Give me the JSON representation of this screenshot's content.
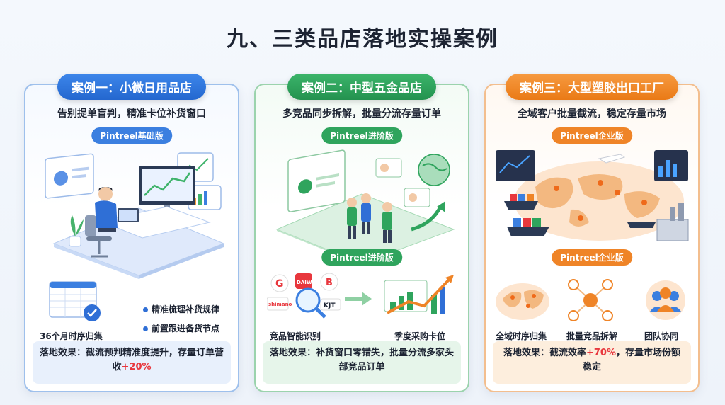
{
  "title": "九、三类品店落地实操案例",
  "cases": [
    {
      "pill": "案例一：小微日用品店",
      "subtitle": "告别提单盲判，精准卡位补货窗口",
      "version_top": "Pintreel基础版",
      "bottom_left_label": "36个月时序归集",
      "bullets": [
        "精准梳理补货规律",
        "前置跟进备货节点"
      ],
      "effect_text": "落地效果：截流预判精准度提升，存量订单营收",
      "effect_highlight": "+20%"
    },
    {
      "pill": "案例二：中型五金品店",
      "subtitle": "多竞品同步拆解，批量分流存量订单",
      "version_top": "Pintreel进阶版",
      "version_mid": "Pintreel进阶版",
      "logos": [
        "G",
        "DAIWA",
        "B",
        "shimano",
        "KJT"
      ],
      "labels": [
        "竞品智能识别",
        "季度采购卡位"
      ],
      "effect_text": "落地效果：补货窗口零错失，批量分流多家头部竞品订单",
      "effect_highlight": ""
    },
    {
      "pill": "案例三：大型塑胶出口工厂",
      "subtitle": "全域客户批量截流，稳定存量市场",
      "version_top": "Pintreel企业版",
      "version_mid": "Pintreel企业版",
      "labels": [
        "全域时序归集",
        "批量竞品拆解",
        "团队协同"
      ],
      "effect_prefix": "落地效果：截流效率",
      "effect_highlight": "+70%",
      "effect_suffix": "，存量市场份额稳定"
    }
  ],
  "colors": {
    "blue": "#2f6fd6",
    "green": "#2fa45d",
    "orange": "#ef8427",
    "highlight": "#e8373d"
  }
}
